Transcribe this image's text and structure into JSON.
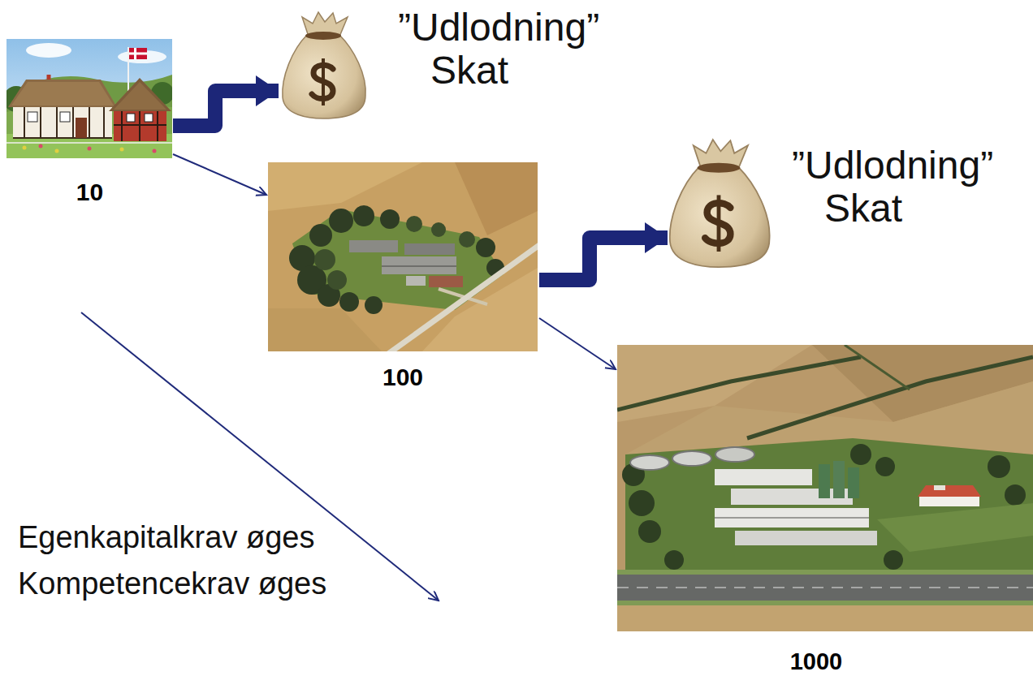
{
  "diagram": {
    "nodes": [
      {
        "text": [
          "10"
        ]
      },
      {
        "text": [
          "”Udlodning” Skat"
        ]
      },
      {
        "text": [
          "100"
        ]
      },
      {
        "text": [
          "”Udlodning” Skat"
        ]
      },
      {
        "text": [
          "1000"
        ]
      }
    ],
    "edges": [
      {
        "from": 0,
        "to": 1,
        "arrow": "to"
      },
      {
        "from": 0,
        "to": 2,
        "arrow": "to"
      },
      {
        "from": 2,
        "to": 3,
        "arrow": "to"
      },
      {
        "from": 2,
        "to": 4,
        "arrow": "to"
      }
    ],
    "labels": [
      "Egenkapitalkrav øges",
      "Kompetencekrav øges"
    ]
  }
}
